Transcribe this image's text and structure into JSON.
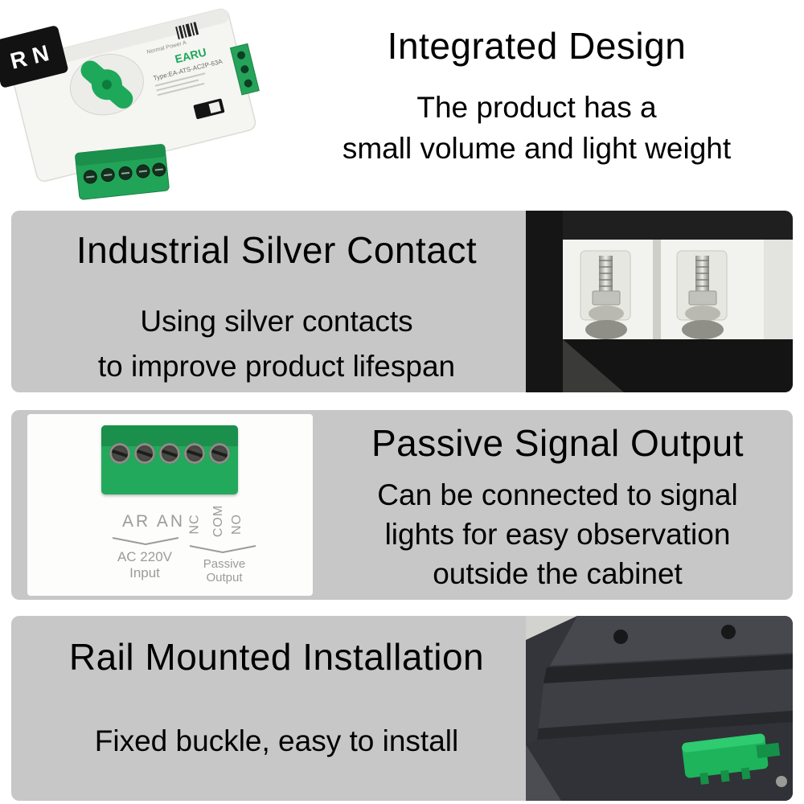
{
  "sections": {
    "integrated": {
      "title": "Integrated Design",
      "line1": "The product has a",
      "line2": "small volume and light weight"
    },
    "silver": {
      "title": "Industrial Silver Contact",
      "line1": "Using silver contacts",
      "line2": "to improve product lifespan"
    },
    "passive": {
      "title": "Passive Signal Output",
      "line1": "Can be connected to signal",
      "line2": "lights for easy observation",
      "line3": "outside the cabinet"
    },
    "rail": {
      "title": "Rail Mounted Installation",
      "line1": "Fixed buckle, easy to install"
    }
  },
  "device_photo": {
    "corner_label": "R N",
    "brand": "EARU",
    "model": "Type:EA-ATS-AC2P-63A",
    "side_label": "Normal Power A"
  },
  "terminal_photo": {
    "row_label": "AR AN",
    "nc": "NC",
    "com": "COM",
    "no": "NO",
    "input_line1": "AC 220V",
    "input_line2": "Input",
    "output_line1": "Passive",
    "output_line2": "Output"
  },
  "colors": {
    "panel_gray": "#c7c7c7",
    "brand_green": "#1ea85a",
    "dark_panel": "#35373c"
  }
}
